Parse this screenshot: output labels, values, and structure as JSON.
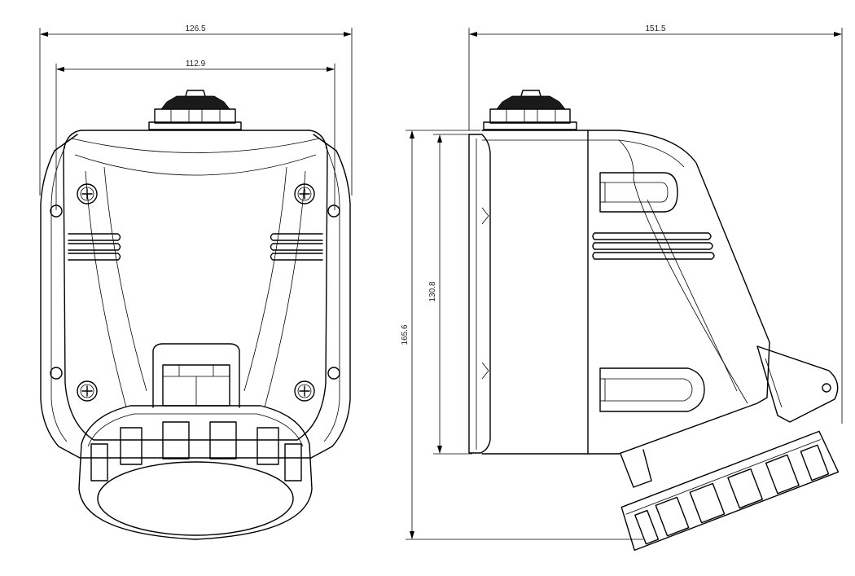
{
  "dimensions": {
    "front_outer_width": "126.5",
    "front_inner_width": "112.9",
    "side_depth": "151.5",
    "side_total_height": "165.6",
    "side_body_height": "130.8"
  },
  "colors": {
    "line": "#000000",
    "background": "#ffffff"
  }
}
